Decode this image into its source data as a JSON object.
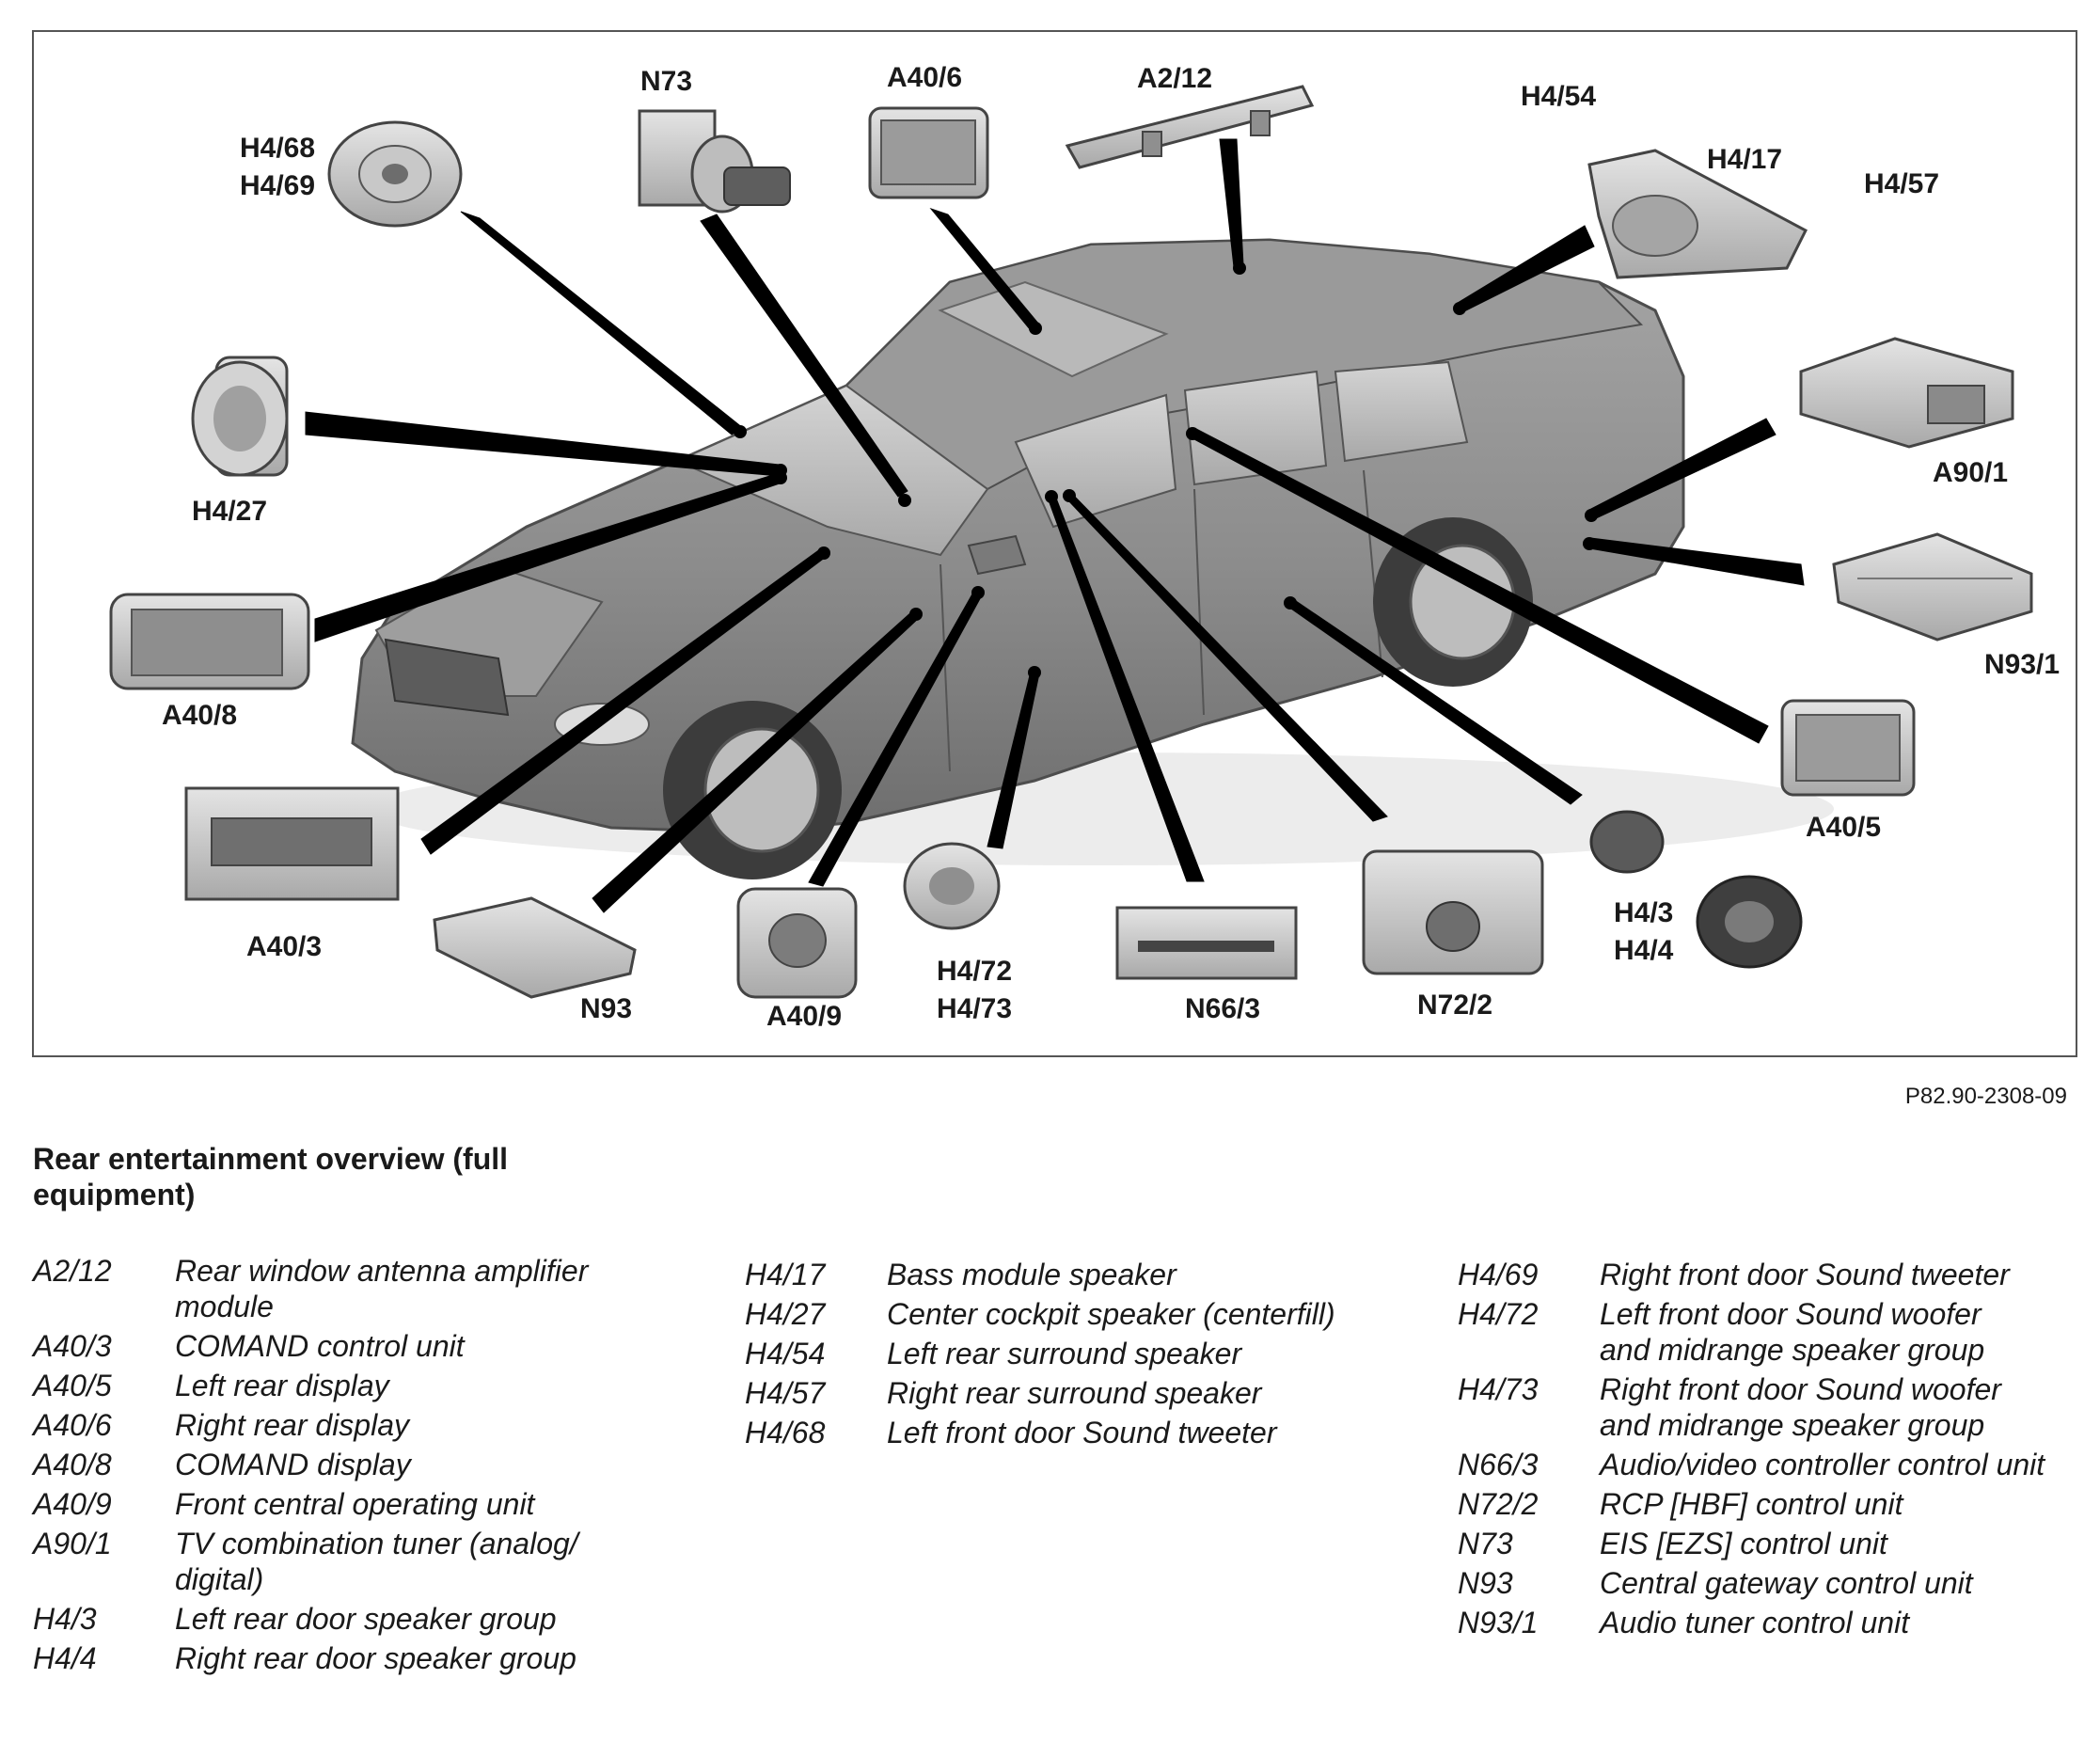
{
  "callouts": {
    "h4_68": "H4/68",
    "h4_69": "H4/69",
    "n73": "N73",
    "a40_6": "A40/6",
    "a2_12": "A2/12",
    "h4_54": "H4/54",
    "h4_17": "H4/17",
    "h4_57": "H4/57",
    "h4_27": "H4/27",
    "a90_1": "A90/1",
    "a40_8": "A40/8",
    "n93_1": "N93/1",
    "a40_5": "A40/5",
    "a40_3": "A40/3",
    "h4_3": "H4/3",
    "h4_4": "H4/4",
    "n93": "N93",
    "a40_9": "A40/9",
    "h4_72": "H4/72",
    "h4_73": "H4/73",
    "n66_3": "N66/3",
    "n72_2": "N72/2"
  },
  "reference_code": "P82.90-2308-09",
  "title": "Rear entertainment overview (full equipment)",
  "legend": {
    "col1": [
      {
        "code": "A2/12",
        "desc": "Rear window antenna amplifier module"
      },
      {
        "code": "A40/3",
        "desc": "COMAND control unit"
      },
      {
        "code": "A40/5",
        "desc": "Left rear display"
      },
      {
        "code": "A40/6",
        "desc": "Right rear display"
      },
      {
        "code": "A40/8",
        "desc": "COMAND display"
      },
      {
        "code": "A40/9",
        "desc": "Front central operating unit"
      },
      {
        "code": "A90/1",
        "desc": "TV combination tuner (analog/ digital)"
      },
      {
        "code": "H4/3",
        "desc": "Left rear door speaker group"
      },
      {
        "code": "H4/4",
        "desc": "Right rear door speaker group"
      }
    ],
    "col2": [
      {
        "code": "H4/17",
        "desc": "Bass module speaker"
      },
      {
        "code": "H4/27",
        "desc": "Center cockpit speaker (centerfill)"
      },
      {
        "code": "H4/54",
        "desc": "Left rear surround speaker"
      },
      {
        "code": "H4/57",
        "desc": "Right rear surround speaker"
      },
      {
        "code": "H4/68",
        "desc": "Left front door Sound tweeter"
      }
    ],
    "col3": [
      {
        "code": "H4/69",
        "desc": "Right front door Sound tweeter"
      },
      {
        "code": "H4/72",
        "desc": "Left front door Sound woofer and midrange speaker group"
      },
      {
        "code": "H4/73",
        "desc": "Right front door Sound woofer and midrange speaker group"
      },
      {
        "code": "N66/3",
        "desc": "Audio/video controller control unit"
      },
      {
        "code": "N72/2",
        "desc": "RCP [HBF] control unit"
      },
      {
        "code": "N73",
        "desc": "EIS [EZS] control unit"
      },
      {
        "code": "N93",
        "desc": "Central gateway control unit"
      },
      {
        "code": "N93/1",
        "desc": "Audio tuner control unit"
      }
    ]
  }
}
